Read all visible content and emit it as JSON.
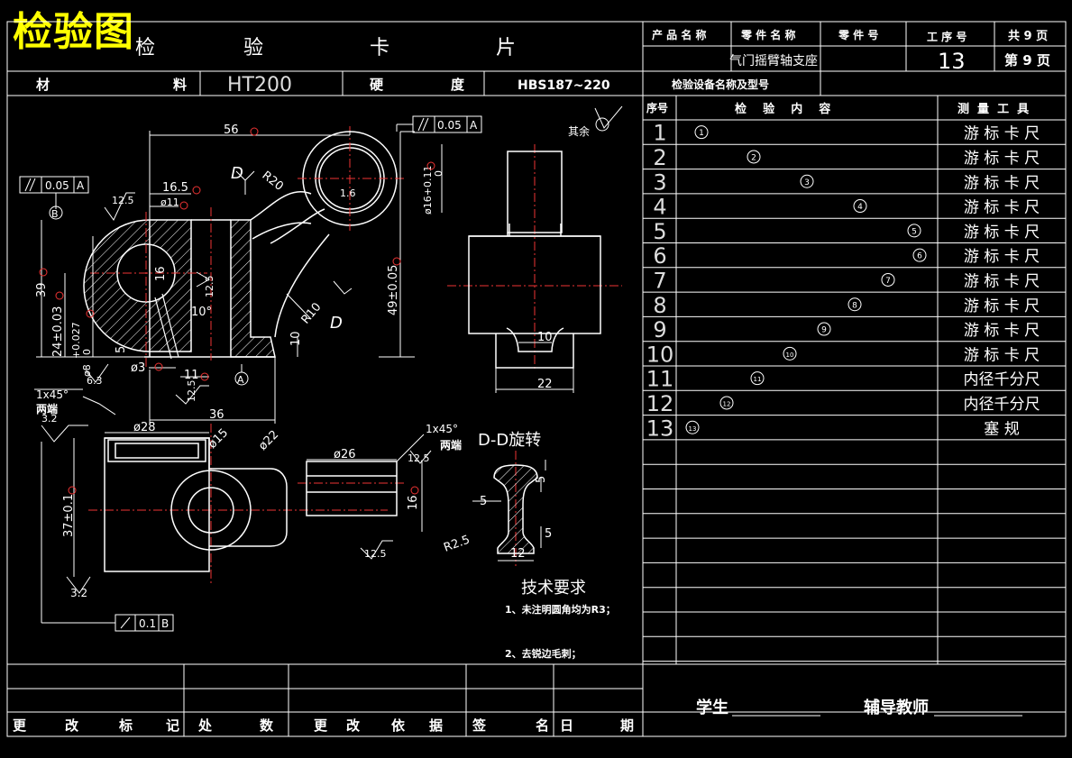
{
  "overlay_title": "检验图",
  "header": {
    "title_chars": [
      "检",
      "验",
      "卡",
      "片"
    ],
    "product_name_label": "产 品 名 称",
    "part_name_label": "零 件 名 称",
    "part_no_label": "零 件 号",
    "process_no_label": "工 序 号",
    "total_pages": "共 9 页",
    "part_name_value": "气门摇臂轴支座",
    "process_no_value": "13",
    "page_label": "第 9 页",
    "material_label": "材",
    "material_label2": "料",
    "material_value": "HT200",
    "hardness_label": "硬",
    "hardness_label2": "度",
    "hardness_value": "HBS187~220",
    "equipment_label": "检验设备名称及型号"
  },
  "inspection_table": {
    "col_seq": "序号",
    "col_content": "检    验    内    容",
    "col_tool": "测  量  工  具",
    "rows": [
      {
        "no": "1",
        "mark": "1",
        "tool": "游 标 卡 尺"
      },
      {
        "no": "2",
        "mark": "2",
        "tool": "游 标 卡 尺"
      },
      {
        "no": "3",
        "mark": "3",
        "tool": "游 标 卡 尺"
      },
      {
        "no": "4",
        "mark": "4",
        "tool": "游 标 卡 尺"
      },
      {
        "no": "5",
        "mark": "5",
        "tool": "游 标 卡 尺"
      },
      {
        "no": "6",
        "mark": "6",
        "tool": "游 标 卡 尺"
      },
      {
        "no": "7",
        "mark": "7",
        "tool": "游 标 卡 尺"
      },
      {
        "no": "8",
        "mark": "8",
        "tool": "游 标 卡 尺"
      },
      {
        "no": "9",
        "mark": "9",
        "tool": "游 标 卡 尺"
      },
      {
        "no": "10",
        "mark": "10",
        "tool": "游 标 卡 尺"
      },
      {
        "no": "11",
        "mark": "11",
        "tool": "内径千分尺"
      },
      {
        "no": "12",
        "mark": "12",
        "tool": "内径千分尺"
      },
      {
        "no": "13",
        "mark": "13",
        "tool": "塞 规"
      }
    ]
  },
  "footer": {
    "labels": [
      "更",
      "改",
      "标",
      "记",
      "处",
      "数",
      "更",
      "改",
      "依",
      "据",
      "签",
      "名",
      "日",
      "期"
    ],
    "student_label": "学生",
    "teacher_label": "辅导教师"
  },
  "drawing": {
    "dims": {
      "d56": "56",
      "d16_5": "16.5",
      "d11": "ø11",
      "r20": "R20",
      "d16tol": "ø16+0.11",
      "d16tol2": "0",
      "d49": "49±0.05",
      "d39": "39",
      "d24": "24±0.03",
      "d027": "+0.027",
      "d0": "0",
      "d8": "ø8",
      "d5": "5",
      "d3": "ø3",
      "d11b": "11",
      "d10": "10",
      "d10deg": "10°",
      "r10": "R10",
      "d36": "36",
      "d16v": "16",
      "d1_6": "1.6",
      "d12_5a": "12.5",
      "d12_5b": "12.5",
      "d12_5c": "12.5",
      "d6_3": "6.3",
      "chamfer": "1x45°",
      "chamfer_both": "两端",
      "d3_2a": "3.2",
      "d28": "ø28",
      "d15": "ø15",
      "d22": "ø22",
      "d37": "37±0.1",
      "d3_2b": "3.2",
      "d26": "ø26",
      "chamfer2": "1x45°",
      "chamfer2_both": "两端",
      "d16c": "16",
      "d12_5d": "12.5",
      "d12_5e": "12.5",
      "d10c": "10",
      "d22c": "22",
      "d5a": "5",
      "d5b": "5",
      "d5c": "5",
      "r2_5": "R2.5",
      "d12": "12",
      "datum_a": "A",
      "datum_b": "B",
      "section_d": "D",
      "section_d2": "D",
      "others": "其余"
    },
    "tolerances": {
      "par1": "0.05",
      "par1_ref": "A",
      "par2": "0.05",
      "par2_ref": "A",
      "runout": "0.1",
      "runout_ref": "B"
    },
    "section_title": "D-D旋转",
    "tech_title": "技术要求",
    "tech_items": [
      "1、未注明圆角均为R3；",
      "2、去锐边毛刺；"
    ]
  }
}
